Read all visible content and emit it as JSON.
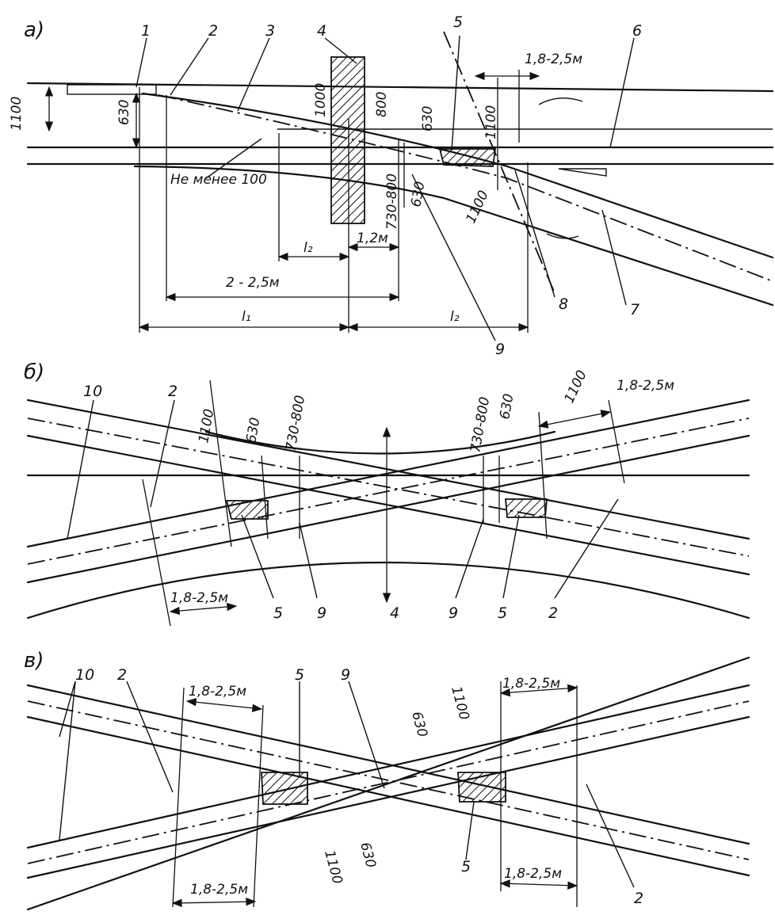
{
  "sections": {
    "a": "а)",
    "b": "б)",
    "c": "в)"
  },
  "part_a": {
    "callouts": [
      "1",
      "2",
      "3",
      "4",
      "5",
      "6",
      "7",
      "8",
      "9"
    ],
    "dims": {
      "d1100_left": "1100",
      "d630_left": "630",
      "d1000": "1000",
      "d800": "800",
      "d630_mid": "630",
      "d1100_top": "1100",
      "d18_25": "1,8-2,5м",
      "not_less": "Не менее 100",
      "d730_800": "730-800",
      "d630_slant": "630",
      "d1100_slant": "1100",
      "l2_a": "l₂",
      "d12": "1,2м",
      "d2_25": "2 - 2,5м",
      "l1": "l₁",
      "l2_b": "l₂"
    }
  },
  "part_b": {
    "callouts": [
      "10",
      "2",
      "5",
      "9",
      "4",
      "9",
      "5",
      "2"
    ],
    "dims": {
      "d1100_l": "1100",
      "d630_l": "630",
      "d730_l": "730-800",
      "d730_r": "730-800",
      "d630_r": "630",
      "d1100_r": "1100",
      "d18_top": "1,8-2,5м",
      "d18_bot": "1,8-2,5м"
    }
  },
  "part_c": {
    "callouts": [
      "10",
      "2",
      "5",
      "9",
      "5",
      "2"
    ],
    "dims": {
      "d18_tl": "1,8-2,5м",
      "d630_top": "630",
      "d1100_top": "1100",
      "d18_tr": "1,8-2,5м",
      "d18_bl": "1,8-2,5м",
      "d1100_bot": "1100",
      "d630_bot": "630",
      "d18_br": "1,8-2,5м"
    }
  }
}
